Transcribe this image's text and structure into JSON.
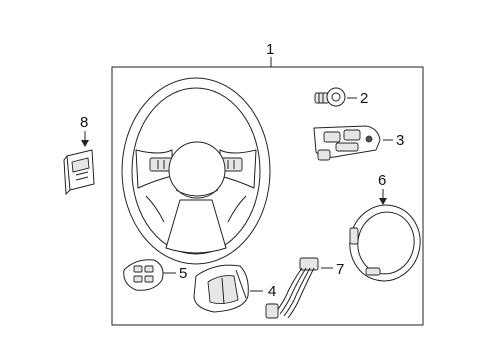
{
  "diagram": {
    "callouts": [
      {
        "id": "1",
        "label": "1"
      },
      {
        "id": "2",
        "label": "2"
      },
      {
        "id": "3",
        "label": "3"
      },
      {
        "id": "4",
        "label": "4"
      },
      {
        "id": "5",
        "label": "5"
      },
      {
        "id": "6",
        "label": "6"
      },
      {
        "id": "7",
        "label": "7"
      },
      {
        "id": "8",
        "label": "8"
      }
    ],
    "parts": [
      {
        "callout": "1",
        "icon": "steering-wheel-icon"
      },
      {
        "callout": "2",
        "icon": "bolt-icon"
      },
      {
        "callout": "3",
        "icon": "switch-assembly-icon"
      },
      {
        "callout": "4",
        "icon": "switch-cover-icon"
      },
      {
        "callout": "5",
        "icon": "paddle-switch-icon"
      },
      {
        "callout": "6",
        "icon": "clockspring-ring-icon"
      },
      {
        "callout": "7",
        "icon": "wire-harness-icon"
      },
      {
        "callout": "8",
        "icon": "label-tag-icon"
      }
    ]
  }
}
